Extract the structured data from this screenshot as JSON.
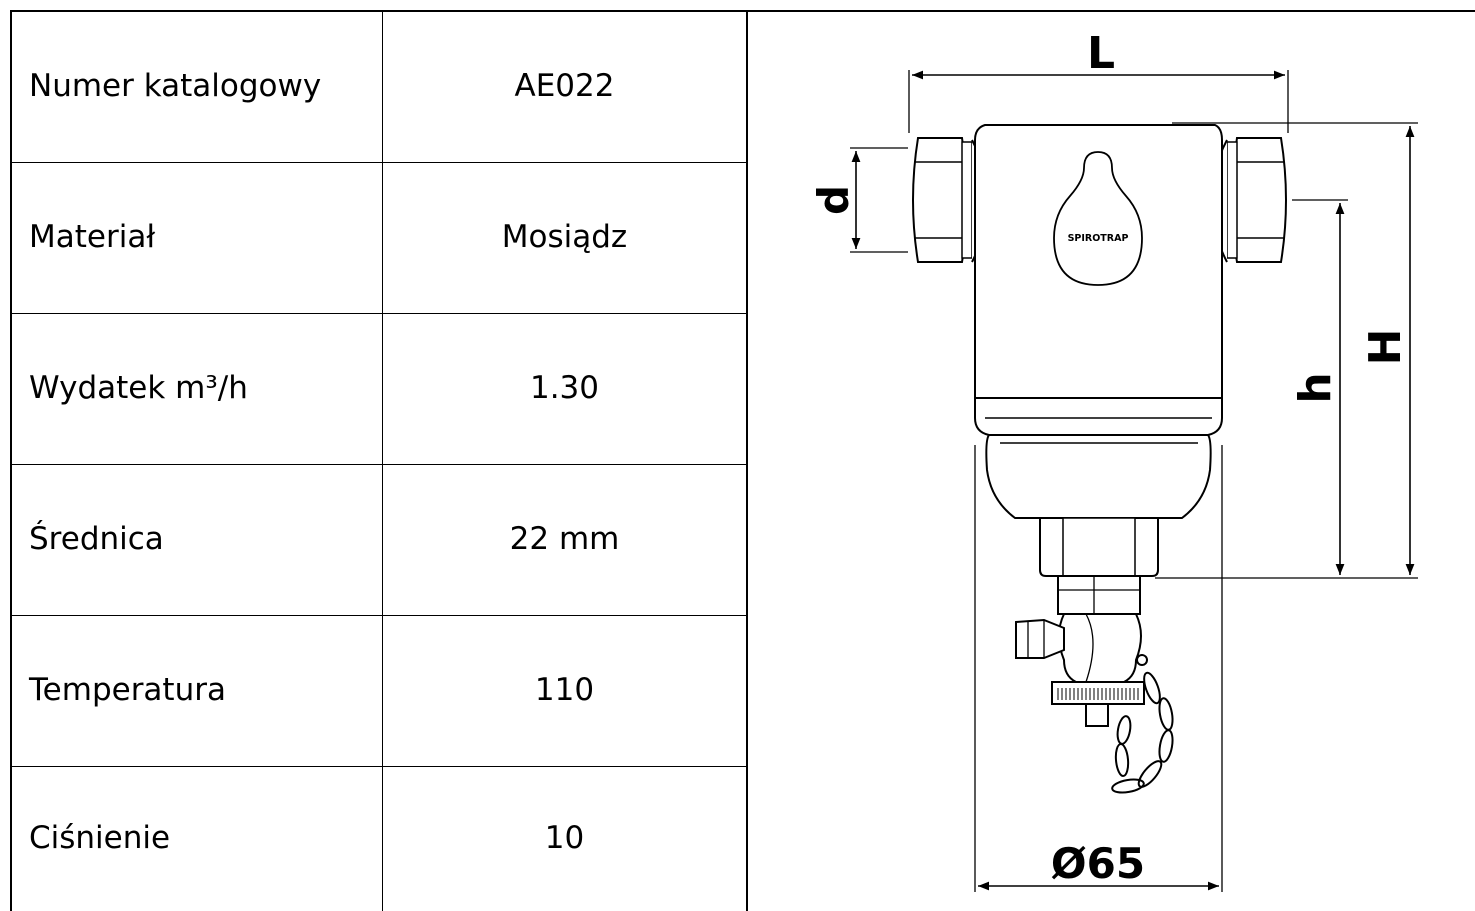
{
  "spec_table": {
    "rows": [
      {
        "label": "Numer katalogowy",
        "value": "AE022"
      },
      {
        "label": "Materiał",
        "value": "Mosiądz"
      },
      {
        "label": "Wydatek m³/h",
        "value": "1.30"
      },
      {
        "label": "Średnica",
        "value": "22 mm"
      },
      {
        "label": "Temperatura",
        "value": "110"
      },
      {
        "label": "Ciśnienie",
        "value": "10"
      }
    ]
  },
  "drawing": {
    "brand": "SPIROTRAP",
    "dim_L": "L",
    "dim_d": "d",
    "dim_h": "h",
    "dim_H": "H",
    "dim_diameter": "Ø65"
  }
}
